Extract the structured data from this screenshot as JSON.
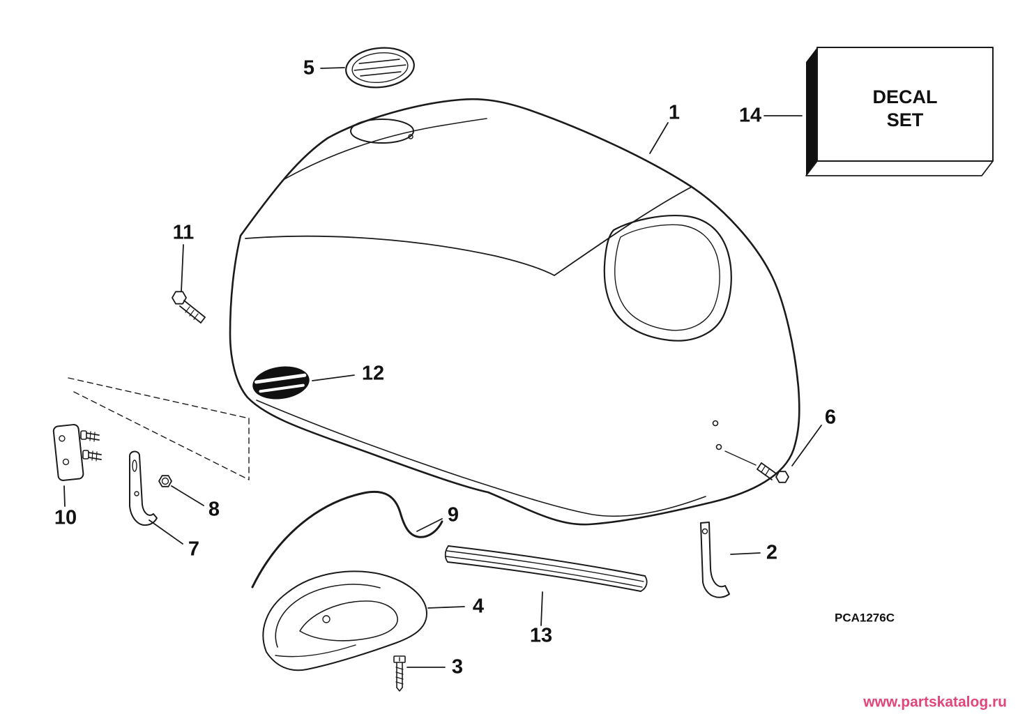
{
  "diagram": {
    "code": "PCA1276C",
    "watermark": "www.partskatalog.ru",
    "colors": {
      "line": "#1a1a1a",
      "background": "#ffffff",
      "watermark": "#e0457b"
    },
    "decal_box": {
      "line1": "DECAL",
      "line2": "SET"
    },
    "parts": {
      "p1": "1",
      "p2": "2",
      "p3": "3",
      "p4": "4",
      "p5": "5",
      "p6": "6",
      "p7": "7",
      "p8": "8",
      "p9": "9",
      "p10": "10",
      "p11": "11",
      "p12": "12",
      "p13": "13",
      "p14": "14"
    }
  }
}
